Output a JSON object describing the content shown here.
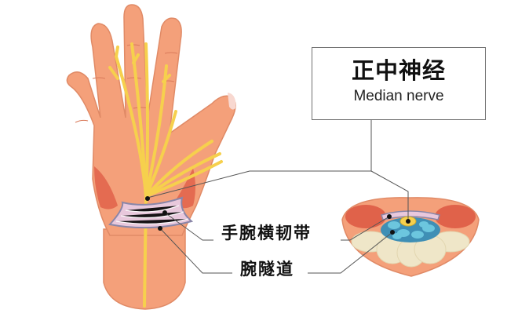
{
  "diagram": {
    "title_box": {
      "label_zh": "正中神经",
      "label_en": "Median nerve"
    },
    "callouts": [
      {
        "id": "transverse-carpal-ligament",
        "label": "手腕横韧带"
      },
      {
        "id": "carpal-tunnel",
        "label": "腕隧道"
      }
    ],
    "views": [
      "hand-palm-view",
      "wrist-cross-section"
    ],
    "colors": {
      "skin": "#f4a07a",
      "skin_outline": "#e08a66",
      "nerve": "#f6d04d",
      "muscle": "#e0624a",
      "ligament": "#e8c8dc",
      "ligament_edge": "#8a86a8",
      "tendon_sheath": "#3f8fb5",
      "tendon": "#6cc6de",
      "bone": "#efe6c8",
      "leader_line": "#555555",
      "marker": "#111111"
    }
  }
}
